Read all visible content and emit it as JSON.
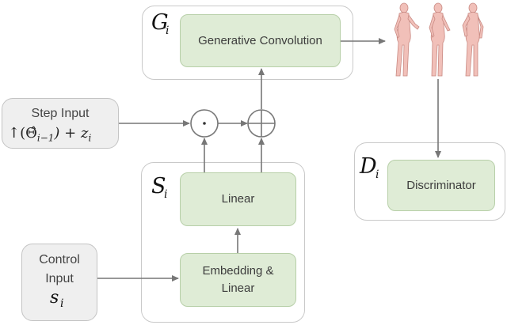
{
  "generator": {
    "label": "G",
    "subscript": "i",
    "block": "Generative Convolution"
  },
  "step_input": {
    "title": "Step Input",
    "formula": "↑(Θ̂",
    "formula_sub": "i−1",
    "formula_tail": ") + z",
    "formula_tail_sub": "i"
  },
  "operators": {
    "multiply": "⊙",
    "add": "⊕"
  },
  "style_block": {
    "label": "S",
    "subscript": "i",
    "linear": "Linear",
    "embedding": "Embedding &\nLinear"
  },
  "control_input": {
    "line1": "Control",
    "line2": "Input",
    "symbol": "s",
    "symbol_sub": "i"
  },
  "discriminator": {
    "label": "D",
    "subscript": "i",
    "block": "Discriminator"
  },
  "icons": {
    "outputs": "human-figure-icon"
  },
  "colors": {
    "block_fill": "#dfecd6",
    "block_border": "#b7cfa8",
    "container_border": "#c9c9c9",
    "input_fill": "#efefef",
    "arrow": "#777777",
    "figure": "#e8a9a3"
  }
}
